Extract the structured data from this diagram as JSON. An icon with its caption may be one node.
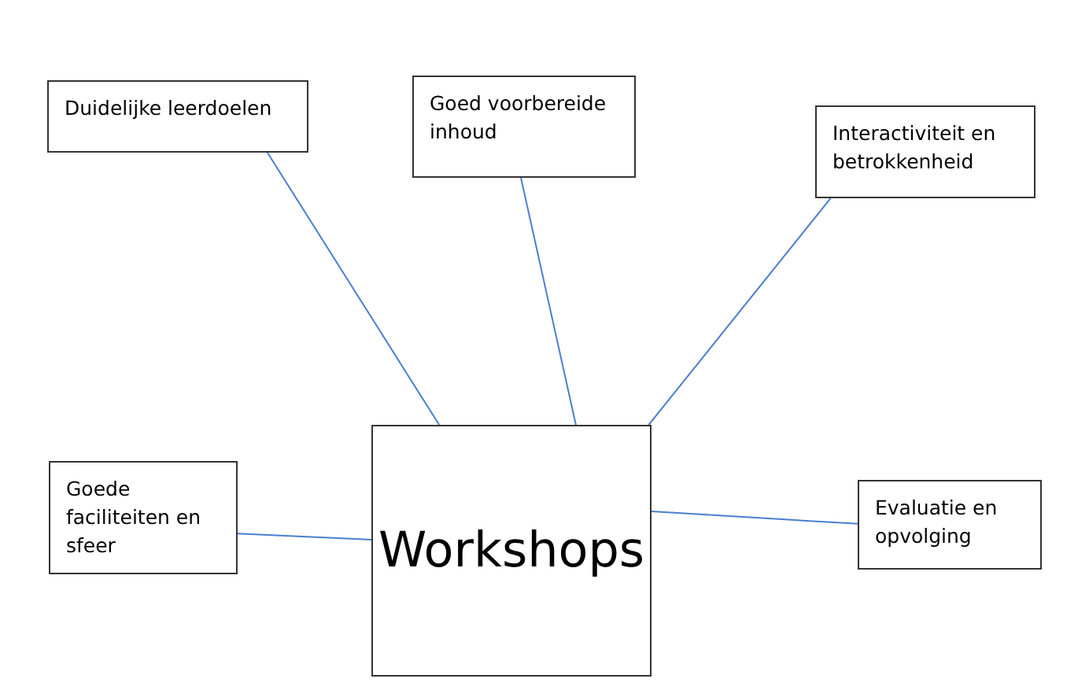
{
  "diagram": {
    "nodes": [
      {
        "text": [
          "Duidelijke leerdoelen"
        ]
      },
      {
        "text": [
          "Goed voorbereide inhoud"
        ]
      },
      {
        "text": [
          "Interactiviteit en betrokkenheid"
        ]
      },
      {
        "text": [
          "Goede faciliteiten en sfeer"
        ]
      },
      {
        "text": [
          "Workshops"
        ]
      },
      {
        "text": [
          "Evaluatie en opvolging"
        ]
      }
    ],
    "edges": [
      {
        "from": 4,
        "to": 0,
        "arrow": "none"
      },
      {
        "from": 4,
        "to": 1,
        "arrow": "none"
      },
      {
        "from": 4,
        "to": 2,
        "arrow": "none"
      },
      {
        "from": 4,
        "to": 3,
        "arrow": "none"
      },
      {
        "from": 4,
        "to": 5,
        "arrow": "none"
      }
    ]
  }
}
